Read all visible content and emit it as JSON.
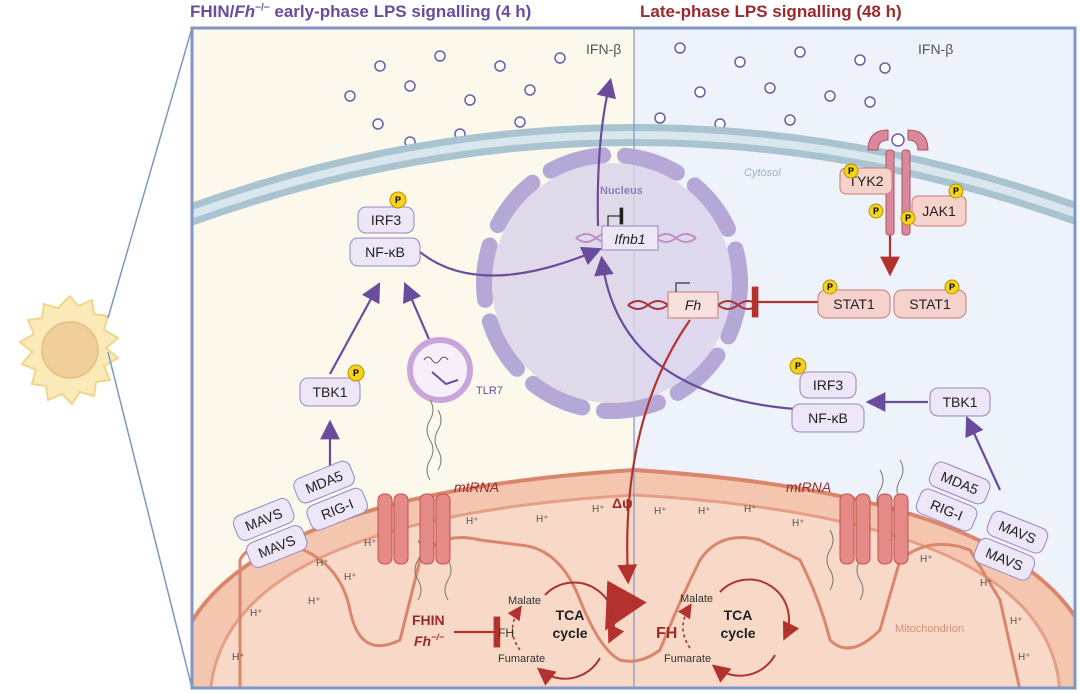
{
  "titles": {
    "left_prefix": "FHIN/",
    "left_gene": "Fh",
    "left_sup": "−/−",
    "left_suffix": " early-phase LPS signalling (4 h)",
    "right": "Late-phase LPS signalling (48 h)"
  },
  "labels": {
    "ifnb_left": "IFN-β",
    "ifnb_right": "IFN-β",
    "cytosol": "Cytosol",
    "nucleus": "Nucleus",
    "ifnb1_gene": "Ifnb1",
    "fh_gene": "Fh",
    "tlr7": "TLR7",
    "mtrna_left": "mtRNA",
    "mtrna_right": "mtRNA",
    "delta_psi": "Δψ",
    "mitochondrion": "Mitochondrion",
    "hplus": "H⁺",
    "phospho": "P"
  },
  "left_panel": {
    "irf3": "IRF3",
    "nfkb": "NF-κB",
    "tbk1": "TBK1",
    "mavs_top": "MAVS",
    "mavs_bottom": "MAVS",
    "mda5": "MDA5",
    "rigi": "RIG-I",
    "fhin": "FHIN",
    "fh_ko_gene": "Fh",
    "fh_ko_sup": "−/−",
    "fh": "FH",
    "tca_line1": "TCA",
    "tca_line2": "cycle",
    "malate": "Malate",
    "fumarate": "Fumarate"
  },
  "right_panel": {
    "tyk2": "TYK2",
    "jak1": "JAK1",
    "stat1_a": "STAT1",
    "stat1_b": "STAT1",
    "irf3": "IRF3",
    "nfkb": "NF-κB",
    "tbk1": "TBK1",
    "mda5": "MDA5",
    "rigi": "RIG-I",
    "mavs_top": "MAVS",
    "mavs_bottom": "MAVS",
    "fh": "FH",
    "tca_line1": "TCA",
    "tca_line2": "cycle",
    "malate": "Malate",
    "fumarate": "Fumarate"
  },
  "colors": {
    "left_bg": "#fdf8ec",
    "right_bg": "#eef2fa",
    "frame": "#7f97c4",
    "membrane": "#a9c3cf",
    "purple": "#6a4c9c",
    "box_fill": "#ede6f6",
    "box_stroke": "#9a86bf",
    "red": "#9b2a2a",
    "red_light": "#f6d2cc",
    "nucleus": "#d9d3ea",
    "nucleus_ring": "#b6a8d6",
    "mito": "#f4c6b0",
    "mito_edge": "#d9866d",
    "phospho": "#f5d21e"
  }
}
